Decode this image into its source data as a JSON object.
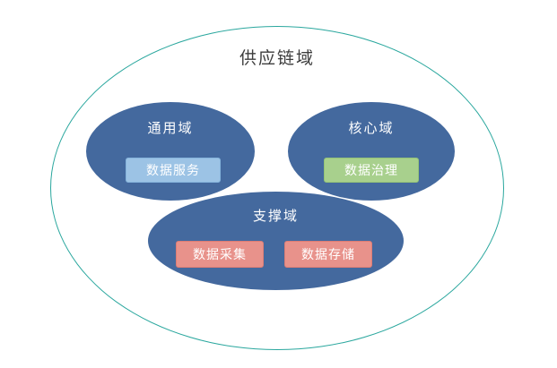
{
  "diagram": {
    "title": "供应链域",
    "colors": {
      "outer_border": "#2aa79e",
      "domain_fill": "#44699e",
      "service_item": "#9cc3e5",
      "governance_item": "#a8d08d",
      "support_item": "#e8928b",
      "item_text": "#ffffff",
      "title_text": "#3d3d3d"
    },
    "domains": [
      {
        "label": "通用域",
        "items": [
          {
            "label": "数据服务",
            "color": "#9cc3e5"
          }
        ]
      },
      {
        "label": "核心域",
        "items": [
          {
            "label": "数据治理",
            "color": "#a8d08d"
          }
        ]
      },
      {
        "label": "支撑域",
        "items": [
          {
            "label": "数据采集",
            "color": "#e8928b"
          },
          {
            "label": "数据存储",
            "color": "#e8928b"
          }
        ]
      }
    ]
  }
}
